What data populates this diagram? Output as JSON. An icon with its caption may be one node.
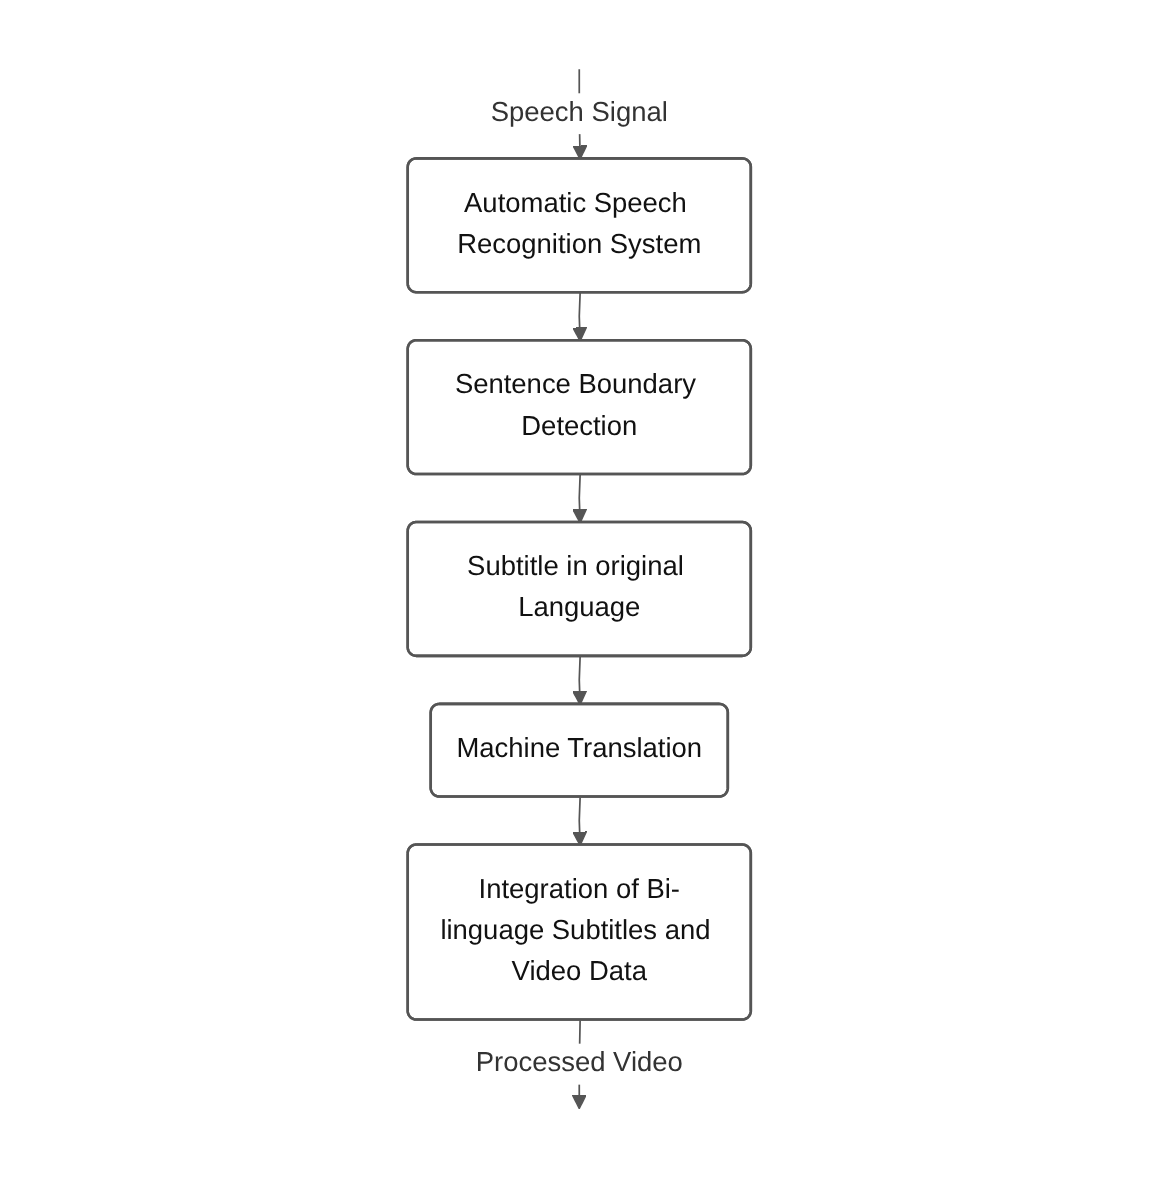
{
  "diagram": {
    "nodes": [
      {
        "text": [
          "Automatic Speech Recognition System"
        ]
      },
      {
        "text": [
          "Sentence Boundary Detection"
        ]
      },
      {
        "text": [
          "Subtitle in original Language"
        ]
      },
      {
        "text": [
          "Machine Translation"
        ]
      },
      {
        "text": [
          "Integration of Bi-linguage Subtitles and Video Data"
        ]
      }
    ],
    "edges": [
      {
        "from": null,
        "to": 0,
        "arrow": "to",
        "label": "Speech Signal"
      },
      {
        "from": 0,
        "to": 1,
        "arrow": "to"
      },
      {
        "from": 1,
        "to": 2,
        "arrow": "to"
      },
      {
        "from": 2,
        "to": 3,
        "arrow": "to"
      },
      {
        "from": 3,
        "to": 4,
        "arrow": "to"
      },
      {
        "from": 4,
        "to": null,
        "arrow": "to",
        "label": "Processed Video"
      }
    ]
  }
}
